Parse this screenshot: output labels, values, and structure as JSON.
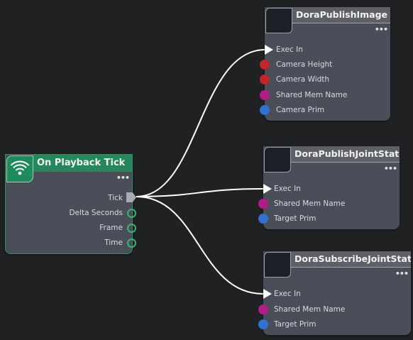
{
  "graph": {
    "tick_node": {
      "title": "On Playback Tick",
      "menu_glyph": "•••",
      "icon": "wifi-signal-icon",
      "outputs": [
        {
          "label": "Tick",
          "kind": "exec"
        },
        {
          "label": "Delta Seconds",
          "kind": "value"
        },
        {
          "label": "Frame",
          "kind": "value"
        },
        {
          "label": "Time",
          "kind": "value"
        }
      ]
    },
    "publish_image_node": {
      "title": "DoraPublishImage",
      "menu_glyph": "•••",
      "inputs": [
        {
          "label": "Exec In",
          "kind": "exec"
        },
        {
          "label": "Camera Height",
          "kind": "value"
        },
        {
          "label": "Camera Width",
          "kind": "value"
        },
        {
          "label": "Shared Mem Name",
          "kind": "value"
        },
        {
          "label": "Camera Prim",
          "kind": "value"
        }
      ]
    },
    "publish_joint_node": {
      "title": "DoraPublishJointState",
      "menu_glyph": "•••",
      "inputs": [
        {
          "label": "Exec In",
          "kind": "exec"
        },
        {
          "label": "Shared Mem Name",
          "kind": "value"
        },
        {
          "label": "Target Prim",
          "kind": "value"
        }
      ]
    },
    "subscribe_joint_node": {
      "title": "DoraSubscribeJointState",
      "menu_glyph": "•••",
      "inputs": [
        {
          "label": "Exec In",
          "kind": "exec"
        },
        {
          "label": "Shared Mem Name",
          "kind": "value"
        },
        {
          "label": "Target Prim",
          "kind": "value"
        }
      ]
    }
  },
  "colors": {
    "canvas_bg": "#1f2123",
    "node_body": "#4a4e58",
    "node_header": "#5e6068",
    "tick_header": "#27875c",
    "wire": "#ffffff",
    "pin_red": "#c0262b",
    "pin_magenta": "#b21c86",
    "pin_blue": "#2f72d0",
    "pin_green": "#3db071"
  }
}
